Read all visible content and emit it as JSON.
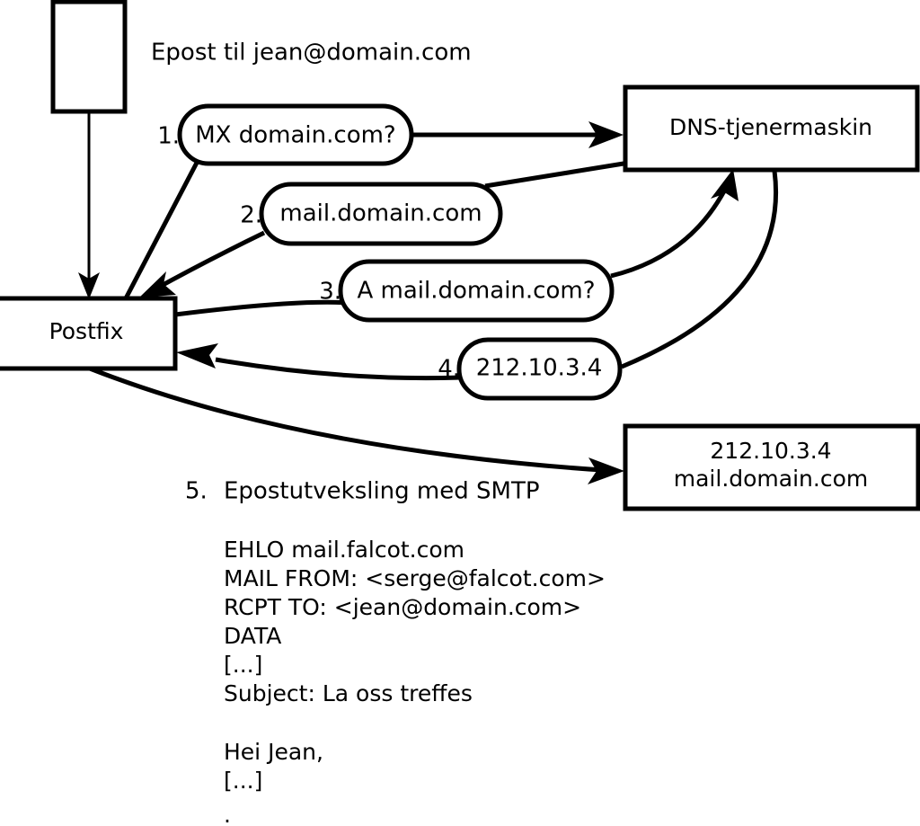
{
  "diagram": {
    "title_text": "Epost til jean@domain.com",
    "nodes": {
      "client": {
        "label": ""
      },
      "postfix": {
        "label": "Postfix"
      },
      "dns": {
        "label": "DNS-tjenermaskin"
      },
      "mailserver": {
        "line1": "212.10.3.4",
        "line2": "mail.domain.com"
      }
    },
    "steps": [
      {
        "num": "1.",
        "label": "MX domain.com?"
      },
      {
        "num": "2.",
        "label": "mail.domain.com"
      },
      {
        "num": "3.",
        "label": "A mail.domain.com?"
      },
      {
        "num": "4.",
        "label": "212.10.3.4"
      }
    ],
    "step5": {
      "num": "5.",
      "label": "Epostutveksling med SMTP"
    },
    "smtp_transcript": [
      "EHLO mail.falcot.com",
      "MAIL FROM: <serge@falcot.com>",
      "RCPT TO: <jean@domain.com>",
      "DATA",
      "[...]",
      "Subject: La oss treffes",
      "",
      "Hei Jean,",
      "[...]",
      "."
    ],
    "colors": {
      "stroke": "#000000",
      "fill": "#ffffff",
      "text": "#000000"
    }
  }
}
